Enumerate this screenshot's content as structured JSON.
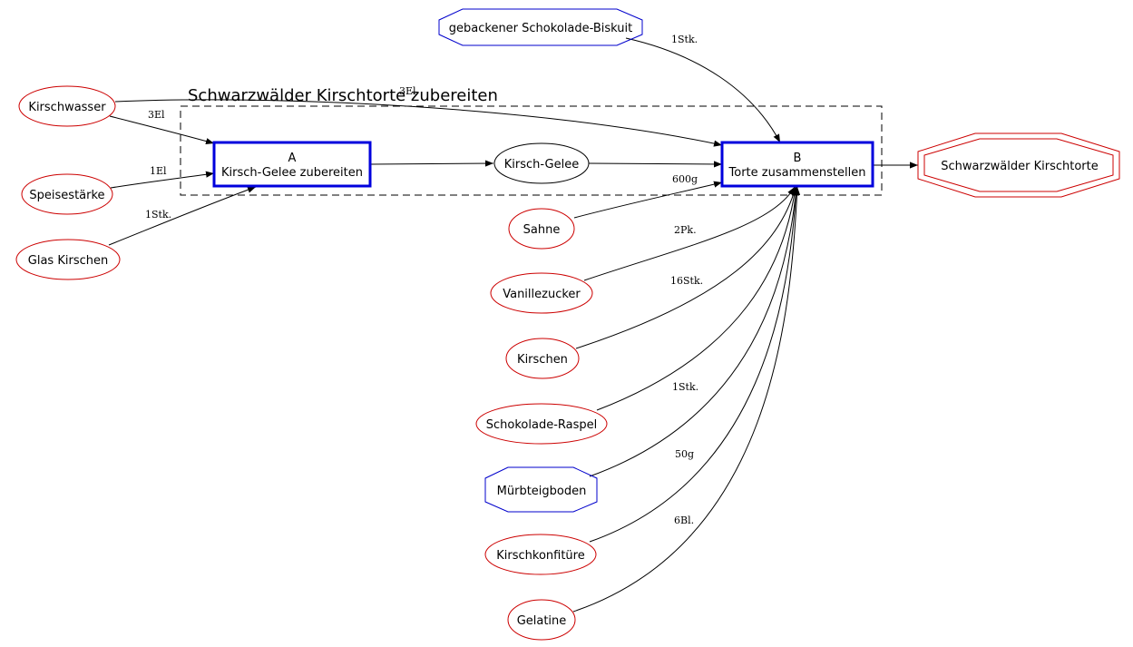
{
  "cluster": {
    "title": "Schwarzwälder Kirschtorte zubereiten"
  },
  "colors": {
    "ingredient": "#cc0000",
    "intermediate": "#0000cc",
    "process": "#0000dd",
    "product": "#cc0000",
    "edge": "#000000"
  },
  "nodes": {
    "kirschwasser": "Kirschwasser",
    "speisestaerke": "Speisestärke",
    "glas_kirschen": "Glas Kirschen",
    "process_a_id": "A",
    "process_a_name": "Kirsch-Gelee zubereiten",
    "kirsch_gelee": "Kirsch-Gelee",
    "process_b_id": "B",
    "process_b_name": "Torte zusammenstellen",
    "schokolade_biskuit": "gebackener Schokolade-Biskuit",
    "schwarzwaelder": "Schwarzwälder Kirschtorte",
    "sahne": "Sahne",
    "vanillezucker": "Vanillezucker",
    "kirschen": "Kirschen",
    "schokolade_raspel": "Schokolade-Raspel",
    "muerbteigboden": "Mürbteigboden",
    "kirschkonfituere": "Kirschkonfitüre",
    "gelatine": "Gelatine"
  },
  "edge_labels": {
    "kirschwasser_a": "3El",
    "kirschwasser_b": "3El",
    "speisestaerke_a": "1El",
    "glas_kirschen_a": "1Stk.",
    "biskuit_b": "1Stk.",
    "sahne_b": "600g",
    "vanillezucker_b": "2Pk.",
    "kirschen_b": "16Stk.",
    "raspel_b": "1Stk.",
    "konfituere_b": "50g",
    "gelatine_b": "6Bl."
  }
}
